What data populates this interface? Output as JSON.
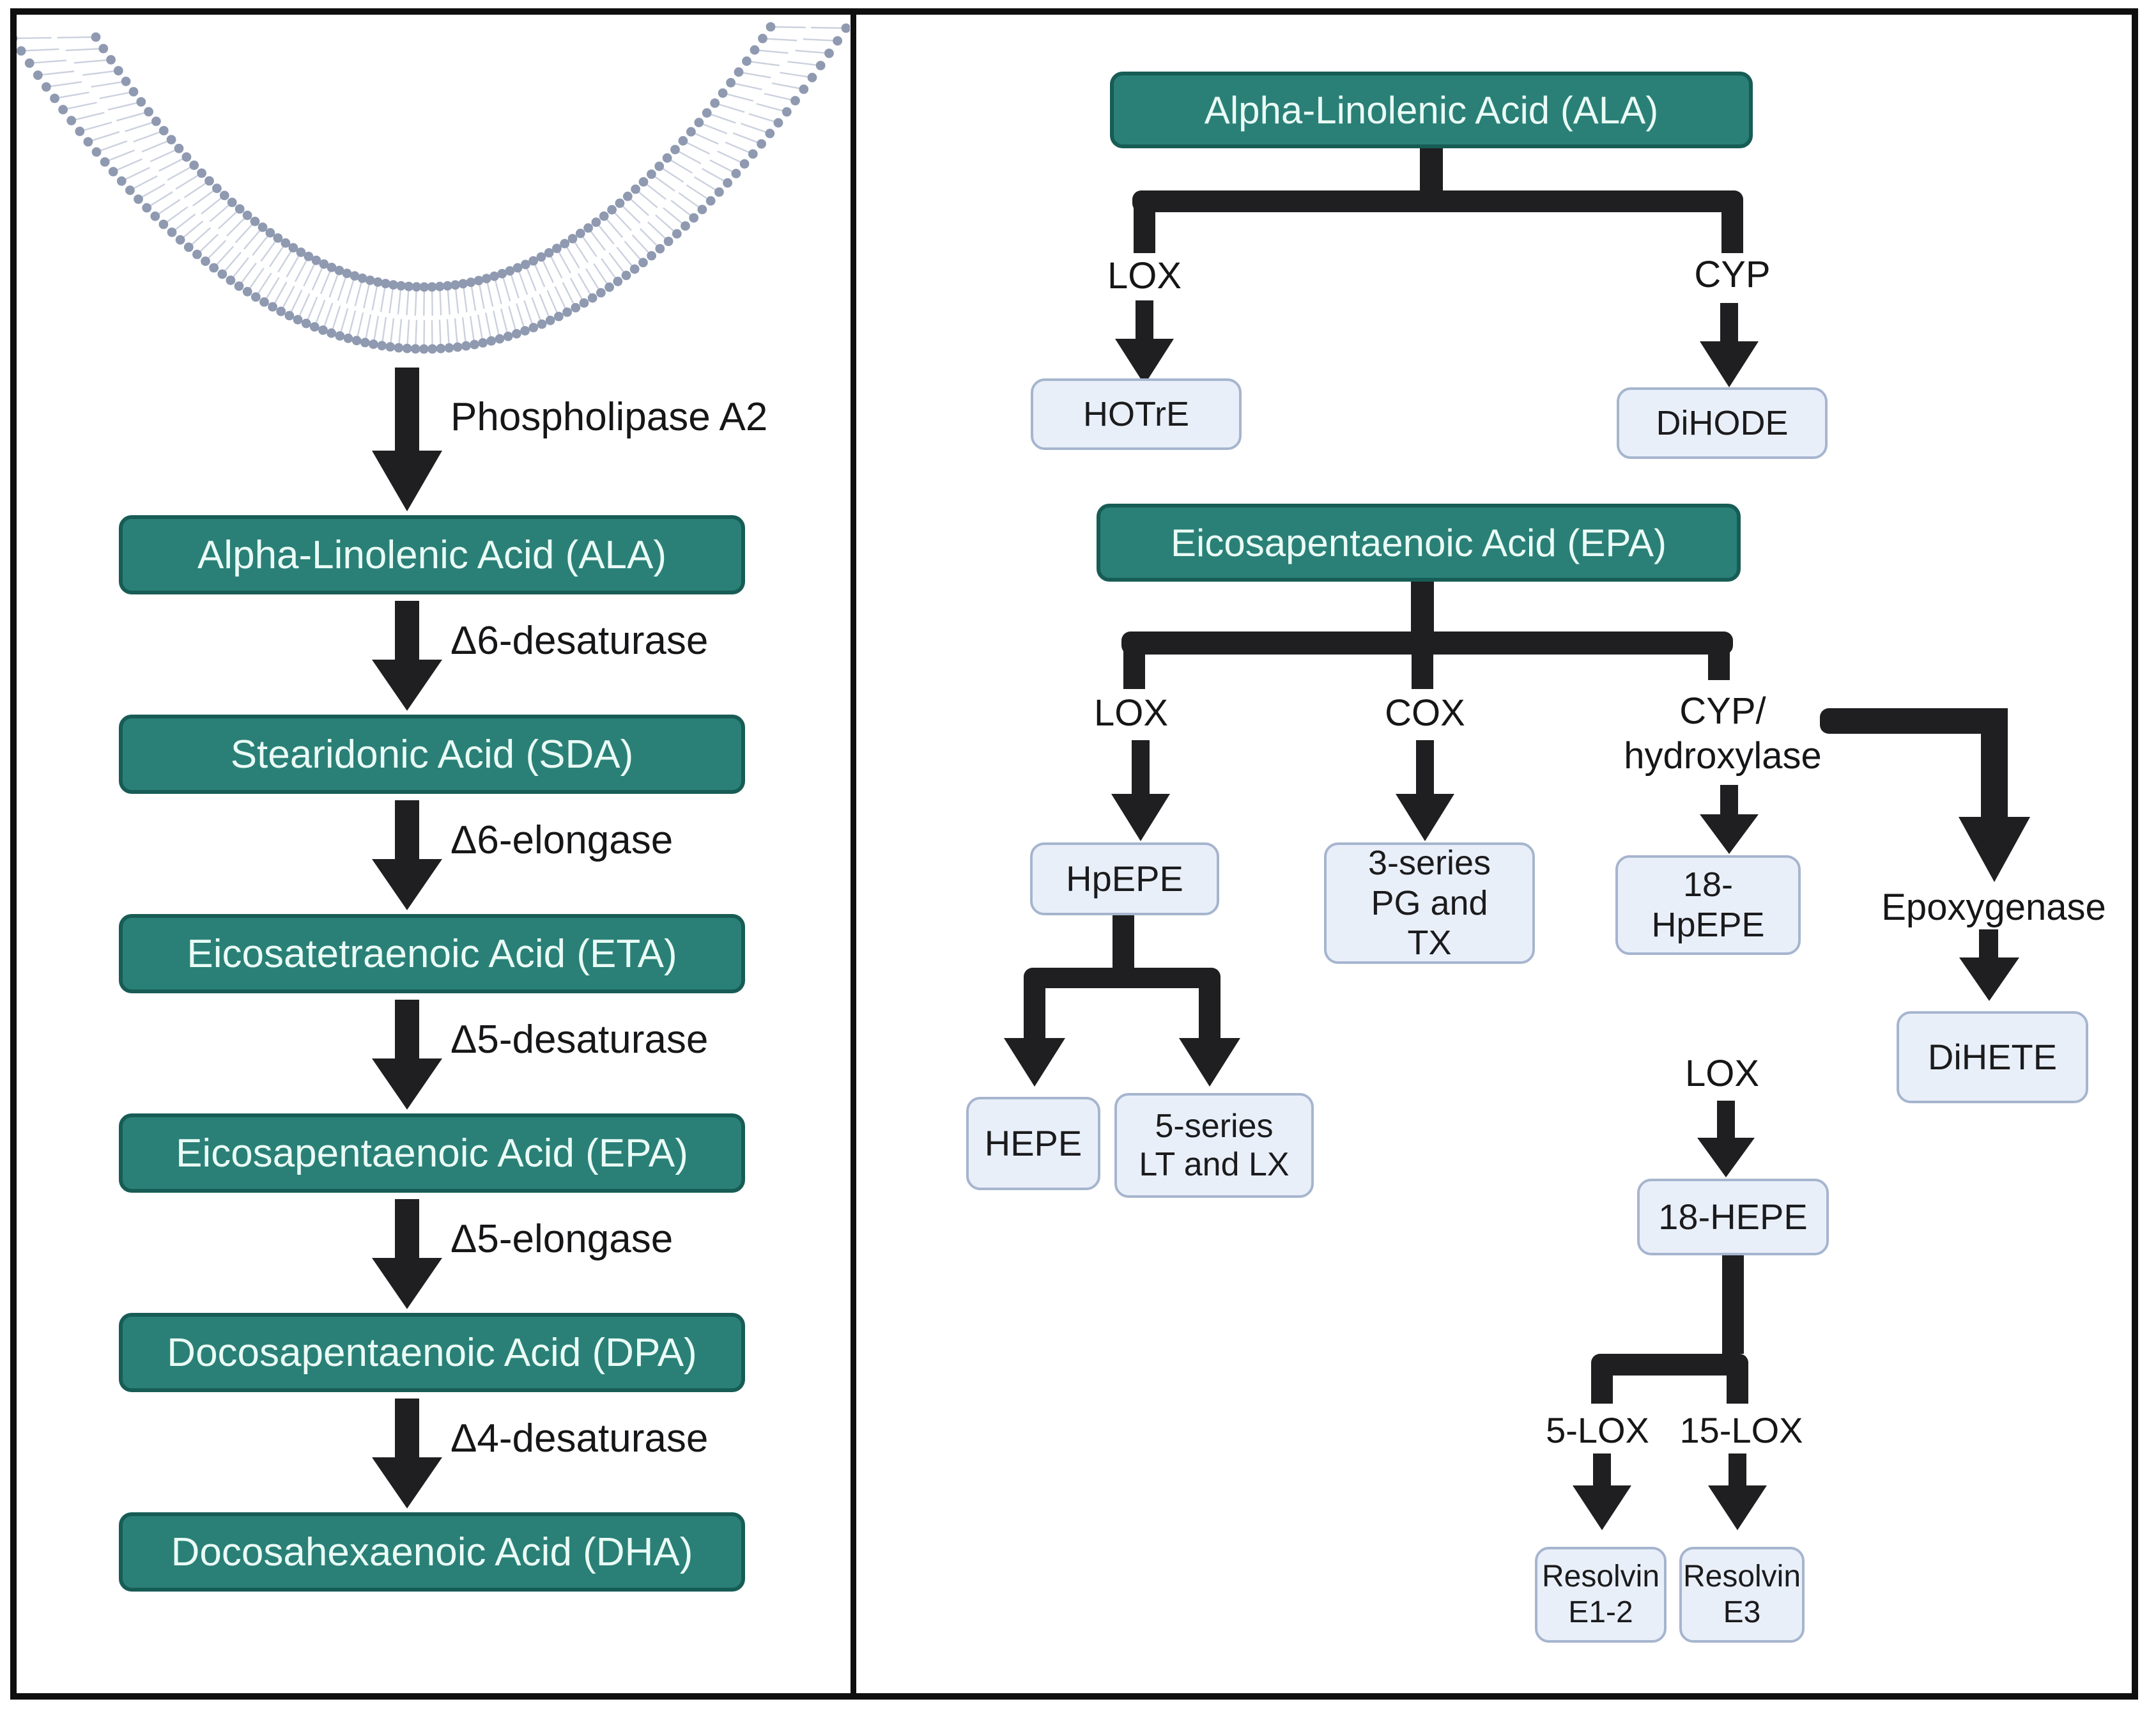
{
  "colors": {
    "metabolite_fill": "#2A8077",
    "metabolite_border": "#175C55",
    "metabolite_text": "#EAFBF5",
    "product_fill": "#E9EFF9",
    "product_border": "#A6B5CE",
    "product_text": "#1B1B1D",
    "line": "#1F1F21",
    "label_text": "#161618",
    "membrane_head": "#8F9AB1",
    "membrane_tail": "#CBD1DE",
    "background": "#FFFFFF",
    "frame": "#0F0F10"
  },
  "left_panel": {
    "enzymes": [
      "Phospholipase A2",
      "Δ6-desaturase",
      "Δ6-elongase",
      "Δ5-desaturase",
      "Δ5-elongase",
      "Δ4-desaturase"
    ],
    "metabolites": [
      "Alpha-Linolenic Acid (ALA)",
      "Stearidonic Acid (SDA)",
      "Eicosatetraenoic Acid (ETA)",
      "Eicosapentaenoic Acid (EPA)",
      "Docosapentaenoic Acid (DPA)",
      "Docosahexaenoic Acid (DHA)"
    ]
  },
  "right_panel": {
    "ala_tree": {
      "title": "Alpha-Linolenic Acid (ALA)",
      "lox_enzyme": "LOX",
      "cyp_enzyme": "CYP",
      "lox_product": "HOTrE",
      "cyp_product": "DiHODE"
    },
    "epa_tree": {
      "title": "Eicosapentaenoic Acid (EPA)",
      "lox_enzyme": "LOX",
      "cox_enzyme": "COX",
      "cyp_enzyme": "CYP/\nhydroxylase",
      "lox_product": "HpEPE",
      "cox_product": "3-series\nPG and\nTX",
      "cyp_product": "18-\nHpEPE",
      "hepe_product": "HEPE",
      "series5_product": "5-series\nLT and LX",
      "lox2_enzyme": "LOX",
      "hepe18_product": "18-HEPE",
      "lox5_enzyme": "5-LOX",
      "lox15_enzyme": "15-LOX",
      "resolvin_e12_product": "Resolvin\nE1-2",
      "resolvin_e3_product": "Resolvin\nE3",
      "epoxygenase_enzyme": "Epoxygenase",
      "dihete_product": "DiHETE"
    }
  }
}
